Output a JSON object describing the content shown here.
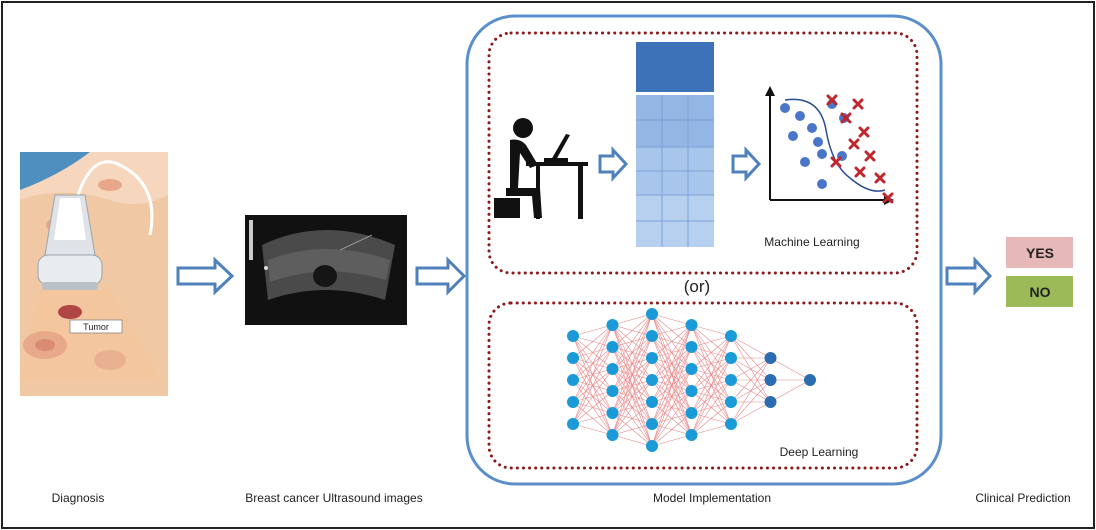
{
  "labels": {
    "diagnosis": "Diagnosis",
    "ultrasound_images": "Breast cancer Ultrasound images",
    "model_implementation": "Model Implementation",
    "clinical_prediction": "Clinical Prediction",
    "tumor": "Tumor",
    "machine_learning": "Machine Learning",
    "deep_learning": "Deep Learning",
    "or": "(or)"
  },
  "prediction": {
    "yes": "YES",
    "no": "NO"
  },
  "colors": {
    "container_border": "#5b8fc9",
    "dotted_border": "#8b1a1a",
    "arrow": "#4f81bd",
    "yes_bg": "#e6b8b7",
    "no_bg": "#9bbb59",
    "node": "#1a9ad6",
    "node_dark": "#2a6db0",
    "edge": "#e8888a",
    "scatter_blue": "#4a76c9",
    "scatter_red": "#c0262d"
  },
  "neural_network": {
    "layers": [
      5,
      6,
      7,
      6,
      5,
      3,
      1
    ]
  },
  "icons": [
    "person-at-laptop-icon",
    "data-table-icon",
    "scatter-plot-icon",
    "neural-network-icon",
    "ultrasound-probe-icon"
  ]
}
